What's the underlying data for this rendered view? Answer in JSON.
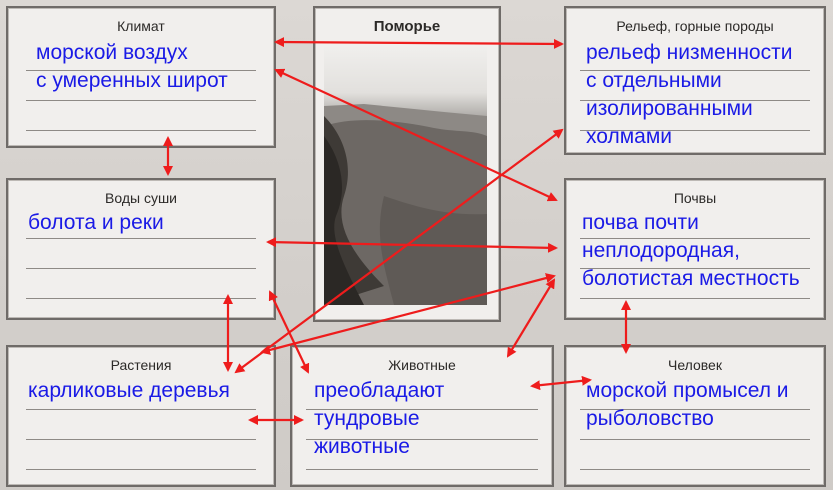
{
  "boxes": {
    "climate": {
      "title": "Климат"
    },
    "pomorye": {
      "title": "Поморье"
    },
    "relief": {
      "title": "Рельеф, горные породы"
    },
    "waters": {
      "title": "Воды суши"
    },
    "soils": {
      "title": "Почвы"
    },
    "plants": {
      "title": "Растения"
    },
    "animals": {
      "title": "Животные"
    },
    "human": {
      "title": "Человек"
    }
  },
  "answers": {
    "climate": [
      "морской воздух",
      "с умеренных широт"
    ],
    "relief": [
      "рельеф низменности",
      "с отдельными",
      "изолированными",
      "холмами"
    ],
    "waters": [
      "болота и реки"
    ],
    "soils": [
      "почва почти",
      "неплодородная,",
      "болотистая местность"
    ],
    "plants": [
      "карликовые деревья"
    ],
    "animals": [
      "преобладают",
      "тундровые",
      "животные"
    ],
    "human": [
      "морской промысел и",
      "рыболовство"
    ]
  },
  "colors": {
    "arrow": "#ee1c1c",
    "answer_text": "#1a1ae6"
  }
}
